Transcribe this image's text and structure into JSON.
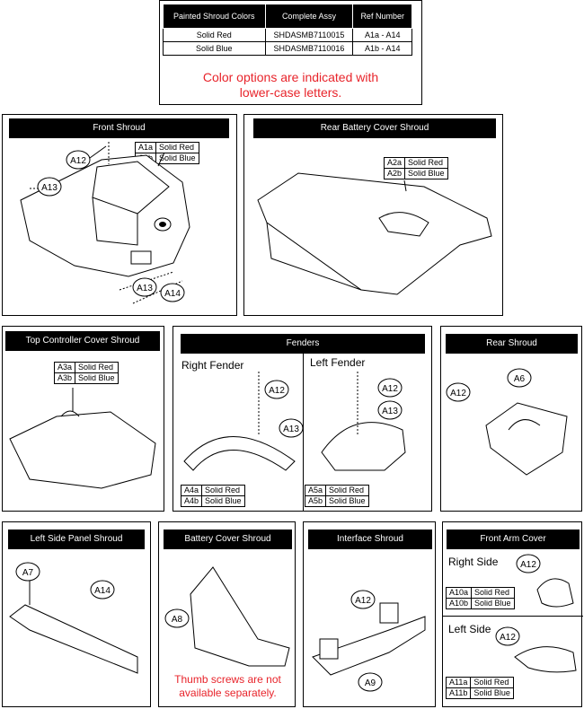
{
  "color_table": {
    "headers": [
      "Painted Shroud Colors",
      "Complete Assy",
      "Ref Number"
    ],
    "rows": [
      [
        "Solid Red",
        "SHDASMB7110015",
        "A1a - A14"
      ],
      [
        "Solid Blue",
        "SHDASMB7110016",
        "A1b - A14"
      ]
    ],
    "note_line1": "Color options are indicated with",
    "note_line2": "lower-case letters."
  },
  "panels": {
    "front_shroud": {
      "title": "Front Shroud",
      "parts": [
        [
          "A1a",
          "Solid Red"
        ],
        [
          "A1b",
          "Solid Blue"
        ]
      ],
      "callouts": [
        "A12",
        "A13",
        "A13",
        "A14"
      ]
    },
    "rear_battery": {
      "title": "Rear Battery Cover Shroud",
      "parts": [
        [
          "A2a",
          "Solid Red"
        ],
        [
          "A2b",
          "Solid Blue"
        ]
      ]
    },
    "top_controller": {
      "title": "Top Controller Cover Shroud",
      "parts": [
        [
          "A3a",
          "Solid Red"
        ],
        [
          "A3b",
          "Solid Blue"
        ]
      ]
    },
    "fenders": {
      "title": "Fenders",
      "right_label": "Right Fender",
      "left_label": "Left Fender",
      "right_parts": [
        [
          "A4a",
          "Solid Red"
        ],
        [
          "A4b",
          "Solid Blue"
        ]
      ],
      "left_parts": [
        [
          "A5a",
          "Solid Red"
        ],
        [
          "A5b",
          "Solid Blue"
        ]
      ],
      "callouts": [
        "A12",
        "A13",
        "A12",
        "A13"
      ]
    },
    "rear_shroud": {
      "title": "Rear Shroud",
      "callouts": [
        "A12",
        "A6"
      ]
    },
    "left_side": {
      "title": "Left Side Panel Shroud",
      "callouts": [
        "A7",
        "A14"
      ]
    },
    "battery_cover": {
      "title": "Battery Cover Shroud",
      "callouts": [
        "A8"
      ],
      "note_line1": "Thumb screws are not",
      "note_line2": "available separately."
    },
    "interface": {
      "title": "Interface Shroud",
      "callouts": [
        "A12",
        "A9"
      ]
    },
    "front_arm": {
      "title": "Front Arm Cover",
      "right_label": "Right Side",
      "left_label": "Left Side",
      "right_parts": [
        [
          "A10a",
          "Solid Red"
        ],
        [
          "A10b",
          "Solid Blue"
        ]
      ],
      "left_parts": [
        [
          "A11a",
          "Solid Red"
        ],
        [
          "A11b",
          "Solid Blue"
        ]
      ],
      "callouts": [
        "A12",
        "A12"
      ]
    }
  }
}
